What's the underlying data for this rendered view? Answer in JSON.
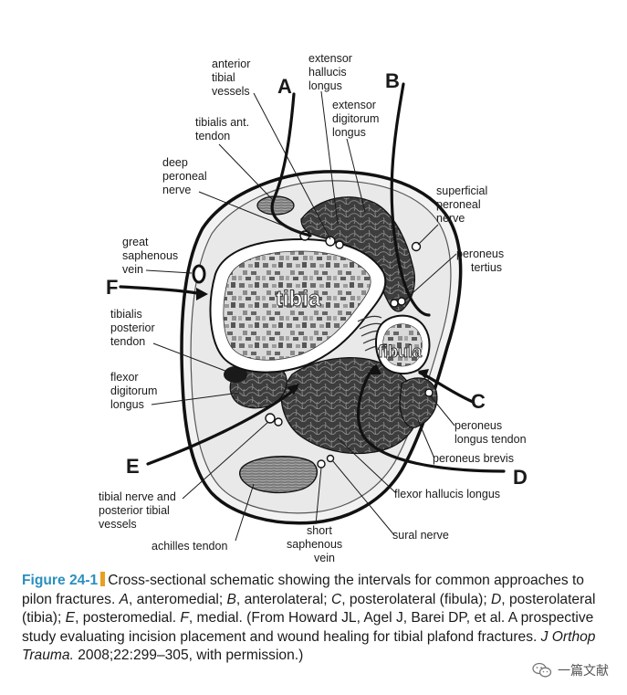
{
  "figure": {
    "bone_labels": {
      "tibia": "tibia",
      "fibula": "fibula"
    },
    "approach_letters": {
      "A": "A",
      "B": "B",
      "C": "C",
      "D": "D",
      "E": "E",
      "F": "F"
    },
    "labels": {
      "anterior_tibial_vessels": [
        "anterior",
        "tibial",
        "vessels"
      ],
      "extensor_hallucis_longus": [
        "extensor",
        "hallucis",
        "longus"
      ],
      "extensor_digitorum_longus": [
        "extensor",
        "digitorum",
        "longus"
      ],
      "tibialis_ant_tendon": [
        "tibialis ant.",
        "tendon"
      ],
      "deep_peroneal_nerve": [
        "deep",
        "peroneal",
        "nerve"
      ],
      "superficial_peroneal_nerve": [
        "superficial",
        "peroneal",
        "nerve"
      ],
      "great_saphenous_vein": [
        "great",
        "saphenous",
        "vein"
      ],
      "peroneus_tertius": [
        "peroneus",
        "tertius"
      ],
      "tibialis_posterior_tendon": [
        "tibialis",
        "posterior",
        "tendon"
      ],
      "flexor_digitorum_longus": [
        "flexor",
        "digitorum",
        "longus"
      ],
      "peroneus_longus_tendon": [
        "peroneus",
        "longus tendon"
      ],
      "peroneus_brevis": [
        "peroneus brevis"
      ],
      "tibial_nerve_vessels": [
        "tibial nerve and",
        "posterior tibial",
        "vessels"
      ],
      "flexor_hallucis_longus": [
        "flexor hallucis longus"
      ],
      "short_saphenous_vein": [
        "short",
        "saphenous",
        "vein"
      ],
      "sural_nerve": [
        "sural nerve"
      ],
      "achilles_tendon": [
        "achilles tendon"
      ]
    }
  },
  "caption": {
    "label": "Figure 24-1",
    "seg1": "Cross-sectional schematic showing the intervals for common approaches to pilon fractures. ",
    "A": "A",
    "seg2": ", anteromedial; ",
    "B": "B",
    "seg3": ", anterolateral; ",
    "C": "C",
    "seg4": ", posterolateral (fibula); ",
    "D": "D",
    "seg5": ", posterolateral (tibia); ",
    "E": "E",
    "seg6": ", posteromedial. ",
    "F": "F",
    "seg7": ", medial. (From Howard JL, Agel J, Barei DP, et al. A prospective study evaluating incision placement and wound healing for tibial plafond fractures. ",
    "journal": "J Orthop Trauma.",
    "seg8": " 2008;22:299–305, with permission.)"
  },
  "watermark": {
    "text": "一篇文献",
    "icon": "wechat-icon"
  }
}
